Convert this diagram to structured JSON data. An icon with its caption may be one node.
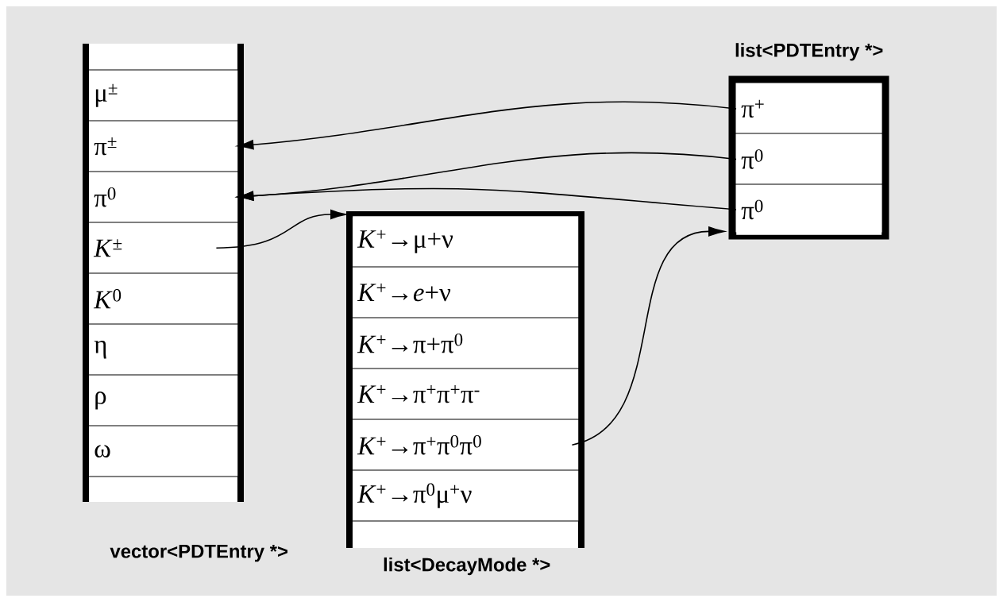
{
  "diagram": {
    "nodes": [
      {
        "text": [
          "vector<PDTEntry *>"
        ]
      },
      {
        "text": [
          "μ$^{±}$"
        ],
        "in": 0
      },
      {
        "text": [
          "π$^{±}$"
        ],
        "in": 0
      },
      {
        "text": [
          "π$^{0}$"
        ],
        "in": 0
      },
      {
        "text": [
          "*K*$^{±}$"
        ],
        "in": 0
      },
      {
        "text": [
          "*K*$^{0}$"
        ],
        "in": 0
      },
      {
        "text": [
          "η"
        ],
        "in": 0
      },
      {
        "text": [
          "ρ"
        ],
        "in": 0
      },
      {
        "text": [
          "ω"
        ],
        "in": 0
      },
      {
        "text": [
          "list<DecayMode *>"
        ]
      },
      {
        "text": [
          "*K*$^{+}$→μ+ν"
        ],
        "in": 9
      },
      {
        "text": [
          "*K*$^{+}$→*e*+ν"
        ],
        "in": 9
      },
      {
        "text": [
          "*K*$^{+}$→π+π$^{0}$"
        ],
        "in": 9
      },
      {
        "text": [
          "*K*$^{+}$→π$^{+}$π$^{+}$π$^{-}$"
        ],
        "in": 9
      },
      {
        "text": [
          "*K*$^{+}$→π$^{+}$π$^{0}$π$^{0}$"
        ],
        "in": 9
      },
      {
        "text": [
          "*K*$^{+}$→π$^{0}$μ$^{+}$ν"
        ],
        "in": 9
      },
      {
        "text": [
          "list<PDTEntry *>"
        ]
      },
      {
        "text": [
          "π$^{+}$"
        ],
        "in": 16
      },
      {
        "text": [
          "π$^{0}$"
        ],
        "in": 16
      },
      {
        "text": [
          "π$^{0}$"
        ],
        "in": 16
      }
    ],
    "edges": [
      {
        "from": 17,
        "to": 2,
        "arrow": "to"
      },
      {
        "from": 18,
        "to": 3,
        "arrow": "to"
      },
      {
        "from": 19,
        "to": 3,
        "arrow": "to"
      },
      {
        "from": 4,
        "to": 9,
        "arrow": "to"
      },
      {
        "from": 14,
        "to": 16,
        "arrow": "to"
      }
    ]
  }
}
